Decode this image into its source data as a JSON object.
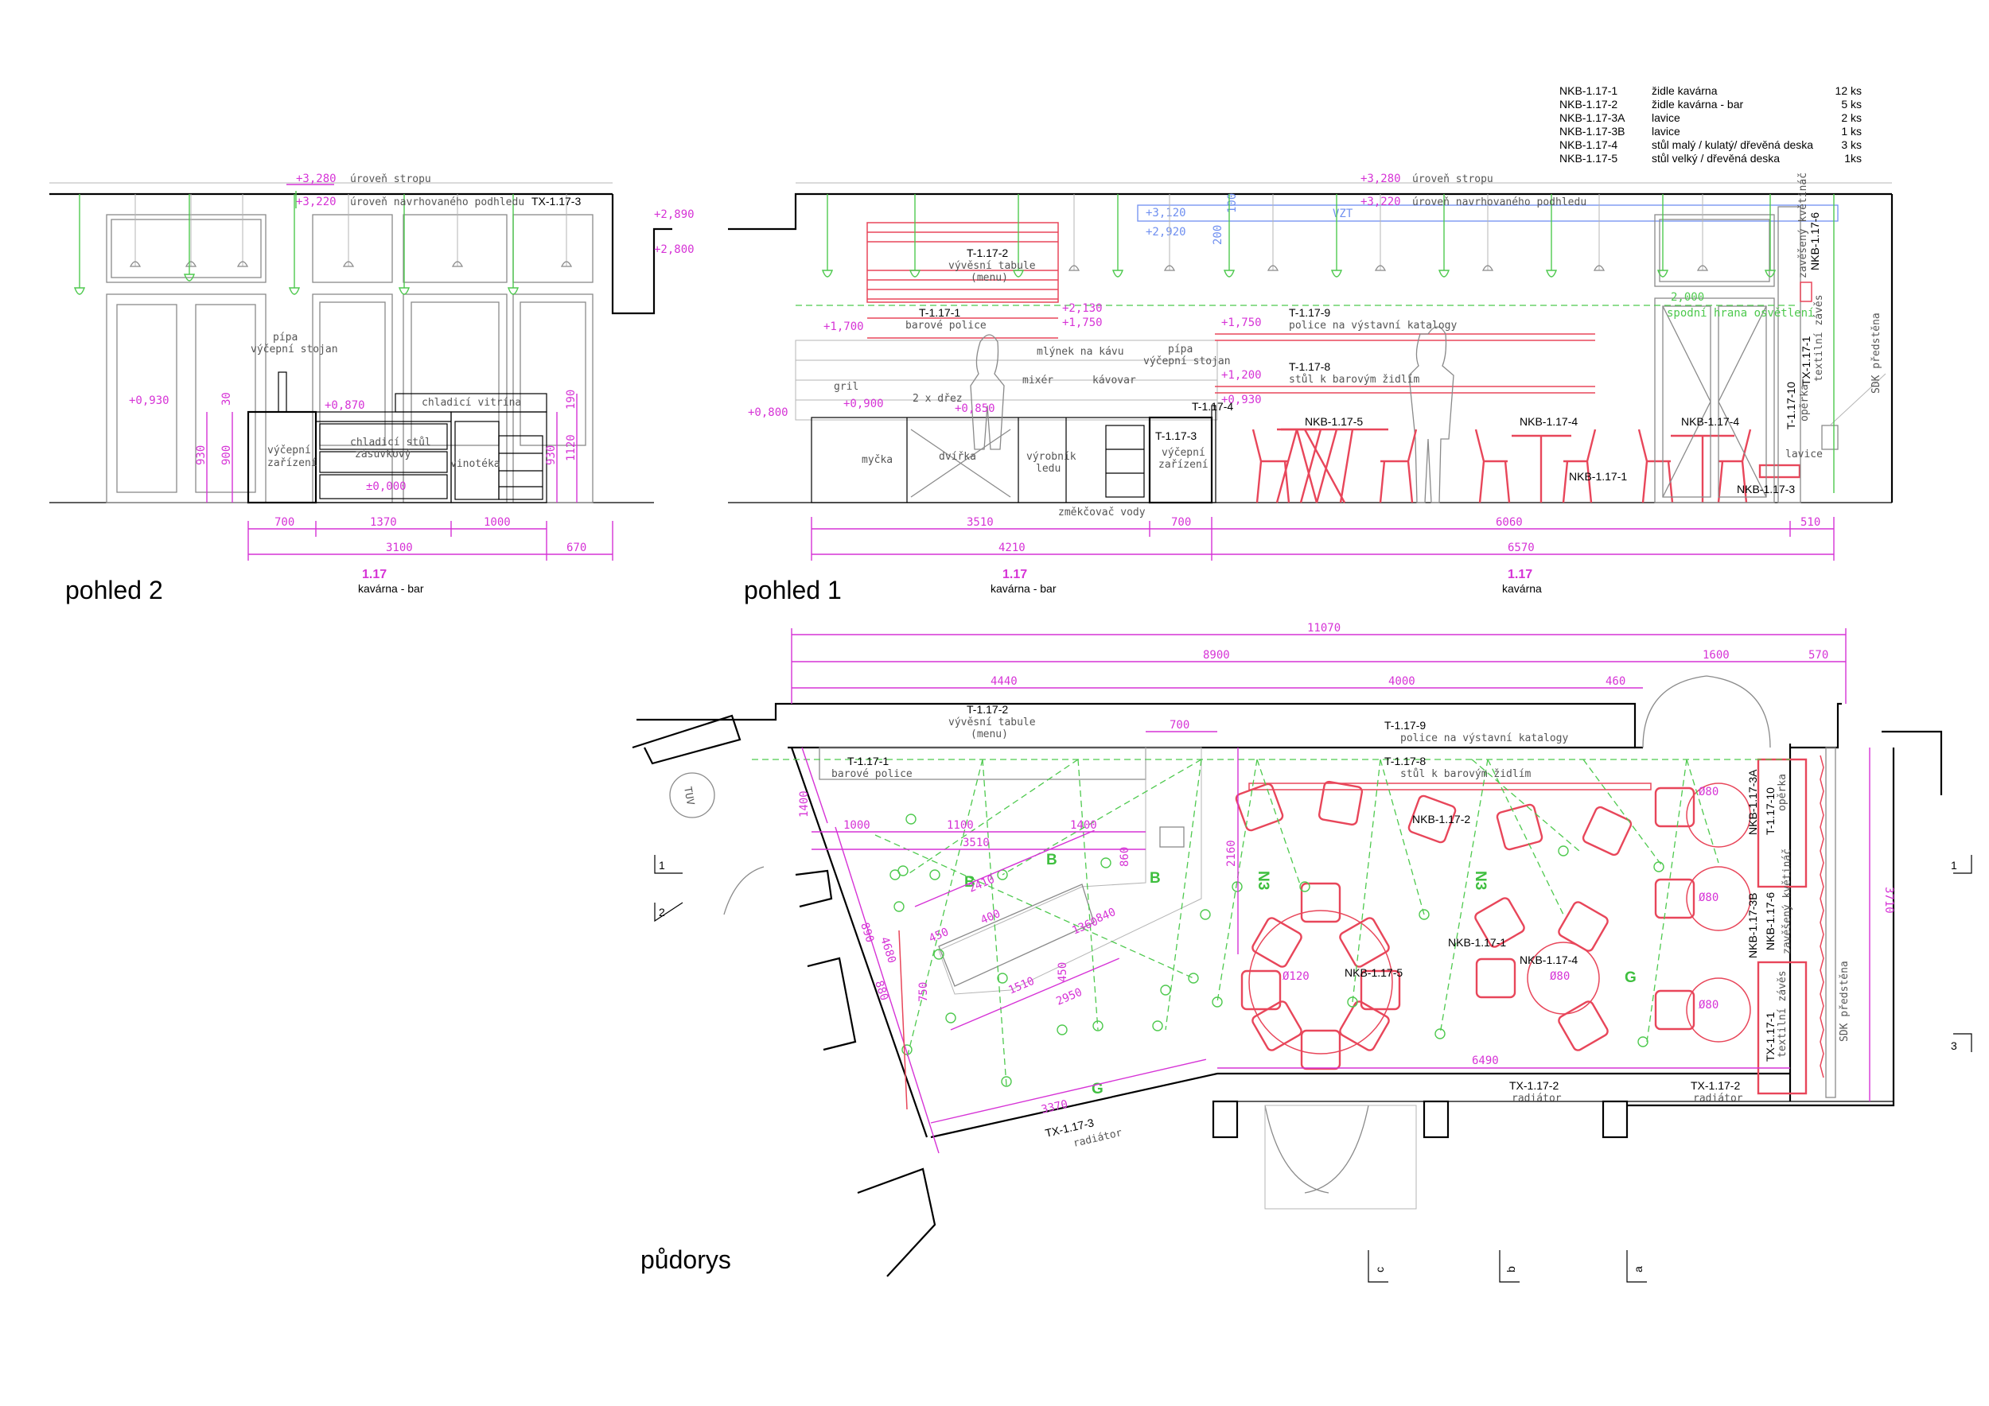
{
  "legend": [
    {
      "code": "NKB-1.17-1",
      "desc": "židle kavárna",
      "qty": "12 ks"
    },
    {
      "code": "NKB-1.17-2",
      "desc": "židle kavárna - bar",
      "qty": "5 ks"
    },
    {
      "code": "NKB-1.17-3A",
      "desc": "lavice",
      "qty": "2 ks"
    },
    {
      "code": "NKB-1.17-3B",
      "desc": "lavice",
      "qty": "1 ks"
    },
    {
      "code": "NKB-1.17-4",
      "desc": "stůl malý / kulatý/ dřevěná deska",
      "qty": "3 ks"
    },
    {
      "code": "NKB-1.17-5",
      "desc": "stůl velký / dřevěná deska",
      "qty": "1ks"
    }
  ],
  "views": {
    "view2": "pohled 2",
    "view1": "pohled 1",
    "plan": "půdorys"
  },
  "rooms": {
    "code": "1.17",
    "bar": "kavárna - bar",
    "cafe": "kavárna"
  },
  "levels": {
    "ceiling": "úroveň stropu",
    "ceiling_val": "+3,280",
    "suspended": "úroveň navrhovaného podhledu",
    "suspended_val": "+3,220",
    "l2890": "+2,890",
    "l2800": "+2,800",
    "l3120": "+3,120",
    "l2920": "+2,920",
    "l2000": "2,000",
    "light_bottom": "spodní hrana osvětlení",
    "l2130": "+2,130",
    "l1750": "+1,750",
    "l1700": "+1,700",
    "l1200": "+1,200",
    "l0930": "+0,930",
    "l0900": "+0,900",
    "l0850": "+0,850",
    "l0870": "+0,870",
    "l0800": "+0,800",
    "l0000": "±0,000",
    "vzt": "VZT"
  },
  "labels_v2": {
    "tx3": "TX-1.17-3",
    "pipa": "pípa",
    "stojan": "výčepní stojan",
    "vycep1": "výčepní",
    "vycep2": "zařízení",
    "chlad_stul1": "chladicí stůl",
    "chlad_stul2": "zásuvkový",
    "chlad_vitrina": "chladicí vitrína",
    "vinoteka": "vinotéka"
  },
  "labels_v1": {
    "t2": "T-1.17-2",
    "t2a": "vývěsní tabule",
    "t2b": "(menu)",
    "t1": "T-1.17-1",
    "t1a": "barové police",
    "mlynek": "mlýnek na kávu",
    "pipa": "pípa",
    "stojan": "výčepní stojan",
    "gril": "gril",
    "mixer": "mixér",
    "kavovar": "kávovar",
    "drez": "2 x dřez",
    "myčka": "myčka",
    "dvirka": "dvířka",
    "vyrobnik1": "výrobník",
    "vyrobnik2": "ledu",
    "t3": "T-1.17-3",
    "t3a": "výčepní",
    "t3b": "zařízení",
    "t4": "T-1.17-4",
    "zmekcovac": "změkčovač vody",
    "t9": "T-1.17-9",
    "t9a": "police na výstavní katalogy",
    "t8": "T-1.17-8",
    "t8a": "stůl k barovým židlím",
    "nkb5": "NKB-1.17-5",
    "nkb4": "NKB-1.17-4",
    "nkb1": "NKB-1.17-1",
    "nkb3": "NKB-1.17-3",
    "lavice": "lavice",
    "nkb6": "NKB-1.17-6",
    "kvetinac": "zavěšený květináč",
    "tx1": "TX-1.17-1",
    "zaves": "textilní závěs",
    "t10": "T-1.17-10",
    "operka": "opěrka",
    "sdk": "SDK předstěna"
  },
  "dims_v2": [
    "700",
    "1370",
    "1000",
    "3100",
    "670"
  ],
  "dims_v2_v": [
    "930",
    "900",
    "30",
    "930",
    "1120",
    "190"
  ],
  "dims_v1": [
    "3510",
    "700",
    "6060",
    "510",
    "4210",
    "6570"
  ],
  "dims_v1_v": [
    "200",
    "100"
  ],
  "dims_plan": {
    "top": [
      "11070",
      "8900",
      "1600",
      "570",
      "4440",
      "4000",
      "460"
    ],
    "d700": "700",
    "d1000": "1000",
    "d1100": "1100",
    "d1400": "1400",
    "d3510": "3510",
    "d2410": "2410",
    "d1360": "1360",
    "d450": "450",
    "d400": "400",
    "d840": "840",
    "d860": "860",
    "d750": "750",
    "d1510": "1510",
    "d450b": "450",
    "d2950": "2950",
    "d3370": "3370",
    "d6490": "6490",
    "d3710": "3710",
    "d2160": "2160",
    "d1400v": "1400",
    "d890": "890",
    "d4680": "4680",
    "d880": "880",
    "d120": "Ø120",
    "d80": "Ø80"
  },
  "plan_labels": {
    "t2": "T-1.17-2",
    "t2a": "vývěsní tabule",
    "t2b": "(menu)",
    "t1": "T-1.17-1",
    "t1a": "barové police",
    "t9": "T-1.17-9",
    "t9a": "police na výstavní katalogy",
    "t8": "T-1.17-8",
    "t8a": "stůl k barovým židlím",
    "nkb2": "NKB-1.17-2",
    "nkb1": "NKB-1.17-1",
    "nkb4": "NKB-1.17-4",
    "nkb5": "NKB-1.17-5",
    "nkb3a": "NKB-1.17-3A",
    "nkb3b": "NKB-1.17-3B",
    "nkb6": "NKB-1.17-6",
    "kvetinac": "zavěšený květináč",
    "t10": "T-1.17-10",
    "operka": "opěrka",
    "tx1": "TX-1.17-1",
    "zaves": "textilní závěs",
    "sdk": "SDK předstěna",
    "tx2": "TX-1.17-2",
    "radiator": "radiátor",
    "tx3": "TX-1.17-3",
    "tuv": "TUV",
    "b": "B",
    "n3": "N3",
    "g": "G"
  },
  "markers": {
    "m1": "1",
    "m2": "2",
    "m3": "3",
    "ma": "a",
    "mb": "b",
    "mc": "c"
  }
}
